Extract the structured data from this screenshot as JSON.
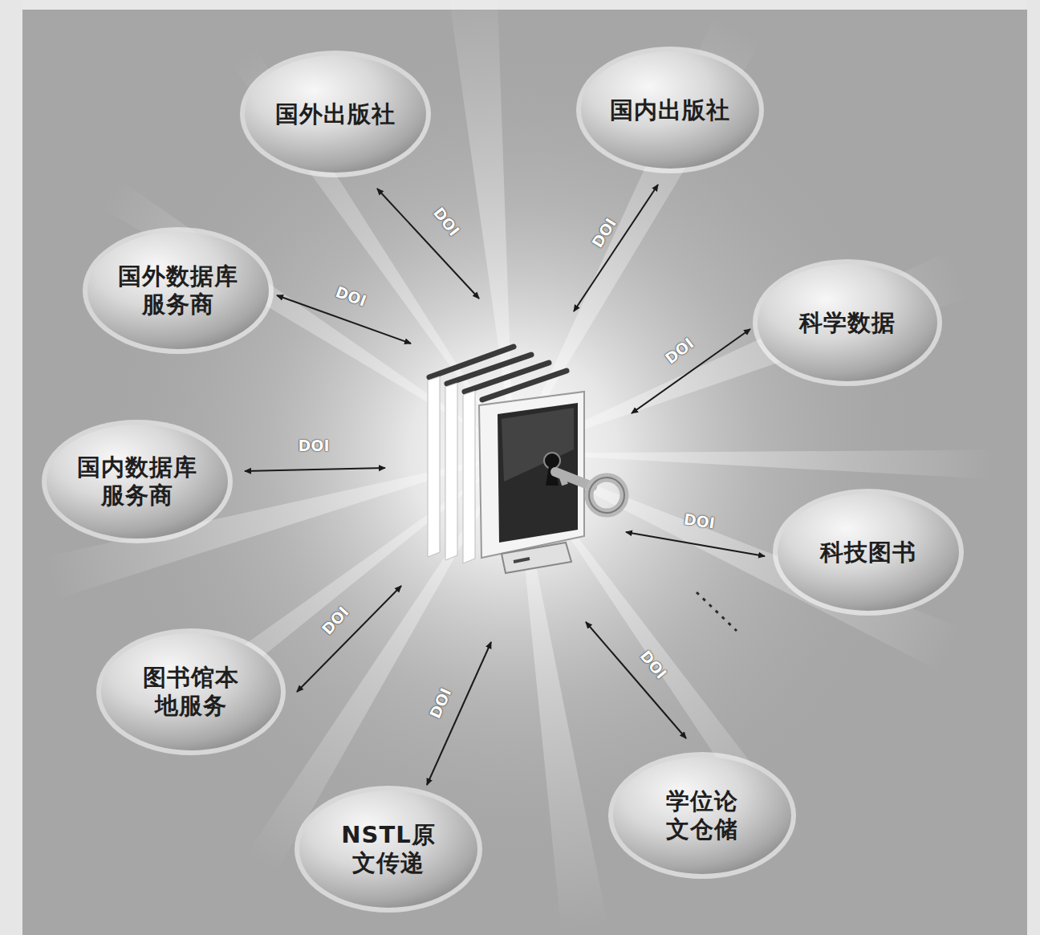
{
  "diagram": {
    "nodes": [
      {
        "text": [
          "国外出版社"
        ]
      },
      {
        "text": [
          "国内出版社"
        ]
      },
      {
        "text": [
          "国外数据库 服务商"
        ]
      },
      {
        "text": [
          "科学数据"
        ]
      },
      {
        "text": [
          "国内数据库 服务商"
        ]
      },
      {
        "text": [
          "科技图书"
        ]
      },
      {
        "text": [
          "图书馆本 地服务"
        ]
      },
      {
        "text": [
          "NSTL原 文传递"
        ]
      },
      {
        "text": [
          "学位论 文仓储"
        ]
      }
    ],
    "labels": [
      "DOI",
      "DOI",
      "DOI",
      "DOI",
      "DOI",
      "DOI",
      "DOI",
      "DOI",
      "DOI"
    ]
  }
}
